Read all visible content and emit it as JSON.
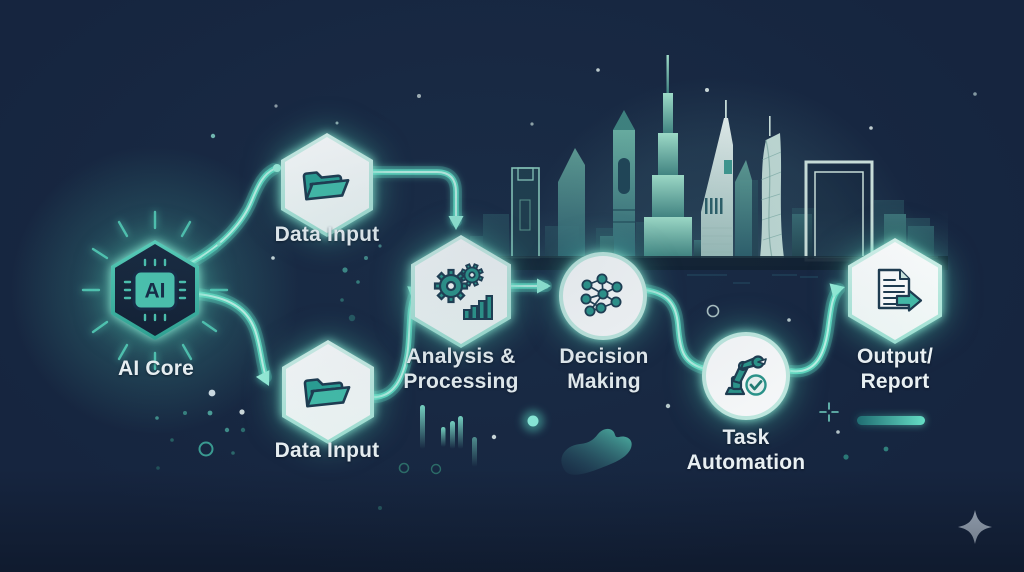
{
  "meta": {
    "title": "AI workflow infographic with Dubai skyline"
  },
  "colors": {
    "background": "#16253f",
    "accent_teal": "#4fd0b5",
    "accent_teal_bright": "#9df2dd",
    "node_fill": "#ffffff",
    "node_ring": "#c4ede3",
    "dark_outline": "#1d3a4f",
    "label_text": "#eff5f7",
    "sparkle": "#a9b6c6"
  },
  "nodes": [
    {
      "id": "ai-core",
      "shape": "hexagon-dark",
      "icon": "ai-chip-icon",
      "chip_text": "AI",
      "label_lines": [
        "AI Core"
      ]
    },
    {
      "id": "data-input-top",
      "shape": "hexagon",
      "icon": "folder-icon",
      "label_lines": [
        "Data Input"
      ]
    },
    {
      "id": "data-input-bottom",
      "shape": "hexagon",
      "icon": "folder-icon",
      "label_lines": [
        "Data Input"
      ]
    },
    {
      "id": "analysis-processing",
      "shape": "hexagon",
      "icon": "gears-chart-icon",
      "label_lines": [
        "Analysis &",
        "Processing"
      ]
    },
    {
      "id": "decision-making",
      "shape": "circle",
      "icon": "neural-network-icon",
      "label_lines": [
        "Decision",
        "Making"
      ]
    },
    {
      "id": "task-automation",
      "shape": "circle",
      "icon": "robot-arm-check-icon",
      "label_lines": [
        "Task",
        "Automation"
      ]
    },
    {
      "id": "output-report",
      "shape": "hexagon",
      "icon": "document-export-icon",
      "label_lines": [
        "Output/",
        "Report"
      ]
    }
  ],
  "edges": [
    {
      "from": "ai-core",
      "to": "data-input-top",
      "style": "line-with-dot"
    },
    {
      "from": "ai-core",
      "to": "data-input-bottom",
      "style": "arrow"
    },
    {
      "from": "data-input-top",
      "to": "analysis-processing",
      "style": "arrow"
    },
    {
      "from": "data-input-bottom",
      "to": "analysis-processing",
      "style": "arrow"
    },
    {
      "from": "analysis-processing",
      "to": "decision-making",
      "style": "arrow"
    },
    {
      "from": "decision-making",
      "to": "task-automation",
      "style": "line"
    },
    {
      "from": "task-automation",
      "to": "output-report",
      "style": "arrow"
    }
  ],
  "background_art": {
    "skyline": "dubai-city-silhouette",
    "watermark": "four-point-sparkle"
  }
}
